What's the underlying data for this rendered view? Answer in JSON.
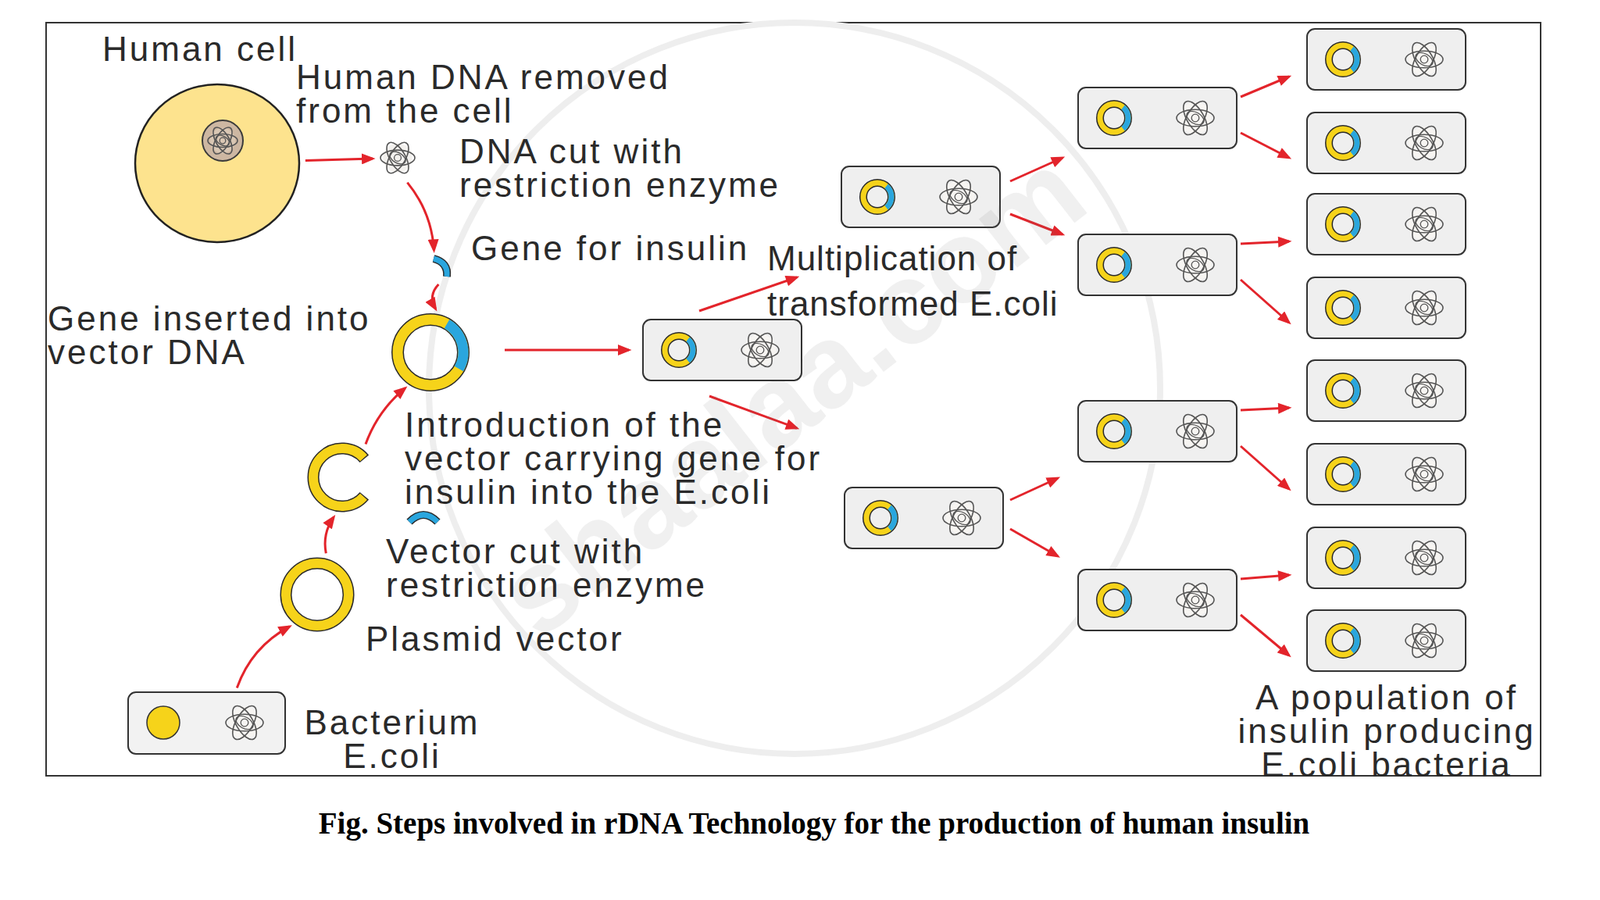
{
  "diagram": {
    "caption": "Fig. Steps involved in rDNA Technology for the production of human insulin",
    "nodes": [
      {
        "text": [
          "Human cell"
        ]
      },
      {
        "text": [
          "Human DNA removed from the cell"
        ]
      },
      {
        "text": [
          "Gene for insulin"
        ]
      },
      {
        "text": [
          "Gene inserted into vector DNA"
        ]
      },
      {
        "text": [
          "Bacterium E.coli"
        ]
      },
      {
        "text": [
          "Plasmid vector"
        ]
      },
      {
        "text": [
          "Vector cut with restriction enzyme"
        ]
      }
    ],
    "edges": [
      {
        "from": 0,
        "to": 1,
        "arrow": "to"
      },
      {
        "from": 1,
        "to": 2,
        "arrow": "to"
      },
      {
        "from": 2,
        "to": 3,
        "arrow": "to"
      },
      {
        "from": 4,
        "to": 5,
        "arrow": "to"
      },
      {
        "from": 5,
        "to": 6,
        "arrow": "to"
      },
      {
        "from": 6,
        "to": 3,
        "arrow": "to"
      }
    ],
    "labels": [
      "DNA cut with restriction enzyme",
      "Multiplication of transformed E.coli",
      "Introduction of the vector carrying gene for insulin into the E.coli",
      "A population of insulin producing E.coli bacteria",
      "shaalaa.com"
    ]
  }
}
